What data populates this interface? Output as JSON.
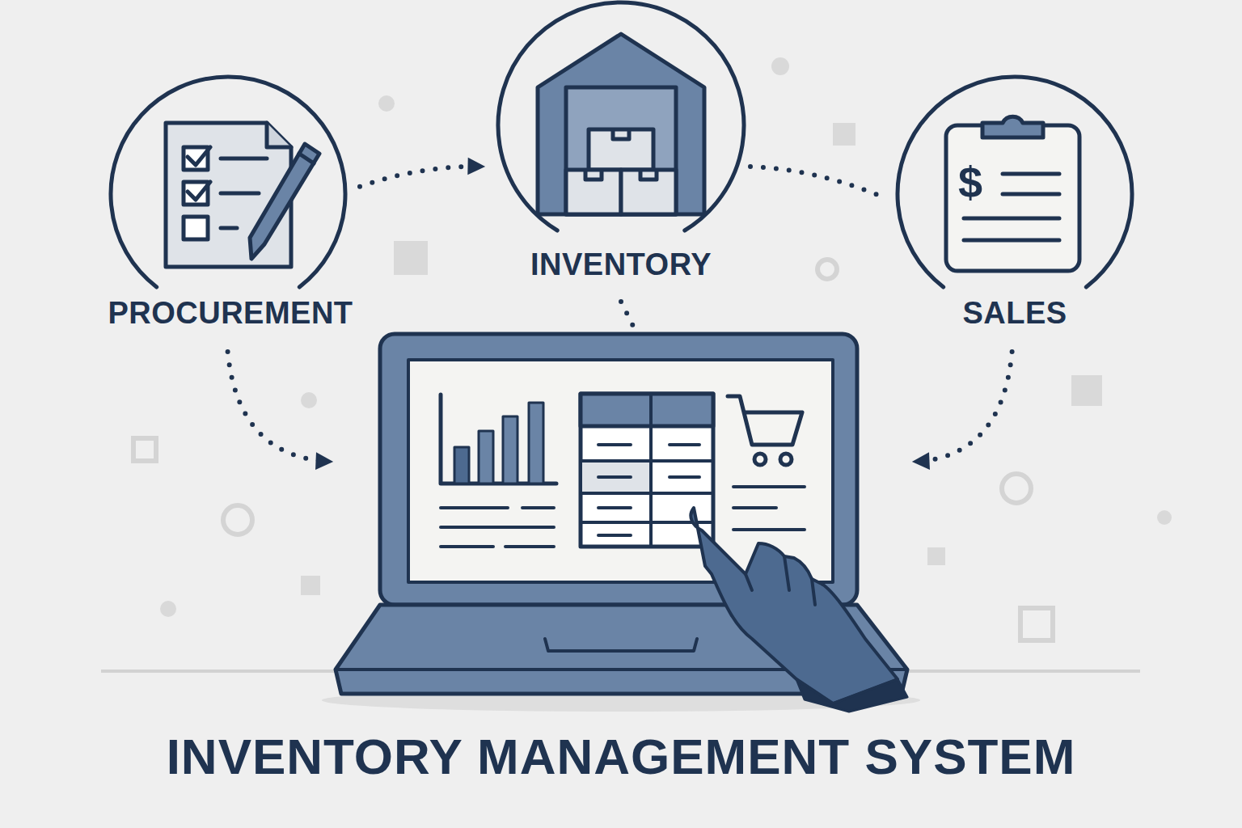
{
  "diagram": {
    "title": "INVENTORY MANAGEMENT SYSTEM",
    "nodes": [
      {
        "text": [
          "PROCUREMENT"
        ]
      },
      {
        "text": [
          "INVENTORY"
        ]
      },
      {
        "text": [
          "SALES"
        ]
      },
      {
        "text": []
      }
    ],
    "edges": [
      {
        "from": 0,
        "to": 1,
        "arrow": "to"
      },
      {
        "from": 1,
        "to": 2,
        "arrow": "none"
      },
      {
        "from": 1,
        "to": 3,
        "arrow": "none"
      },
      {
        "from": 0,
        "to": 3,
        "arrow": "to"
      },
      {
        "from": 2,
        "to": 3,
        "arrow": "to"
      }
    ],
    "labels": [
      "$"
    ]
  }
}
